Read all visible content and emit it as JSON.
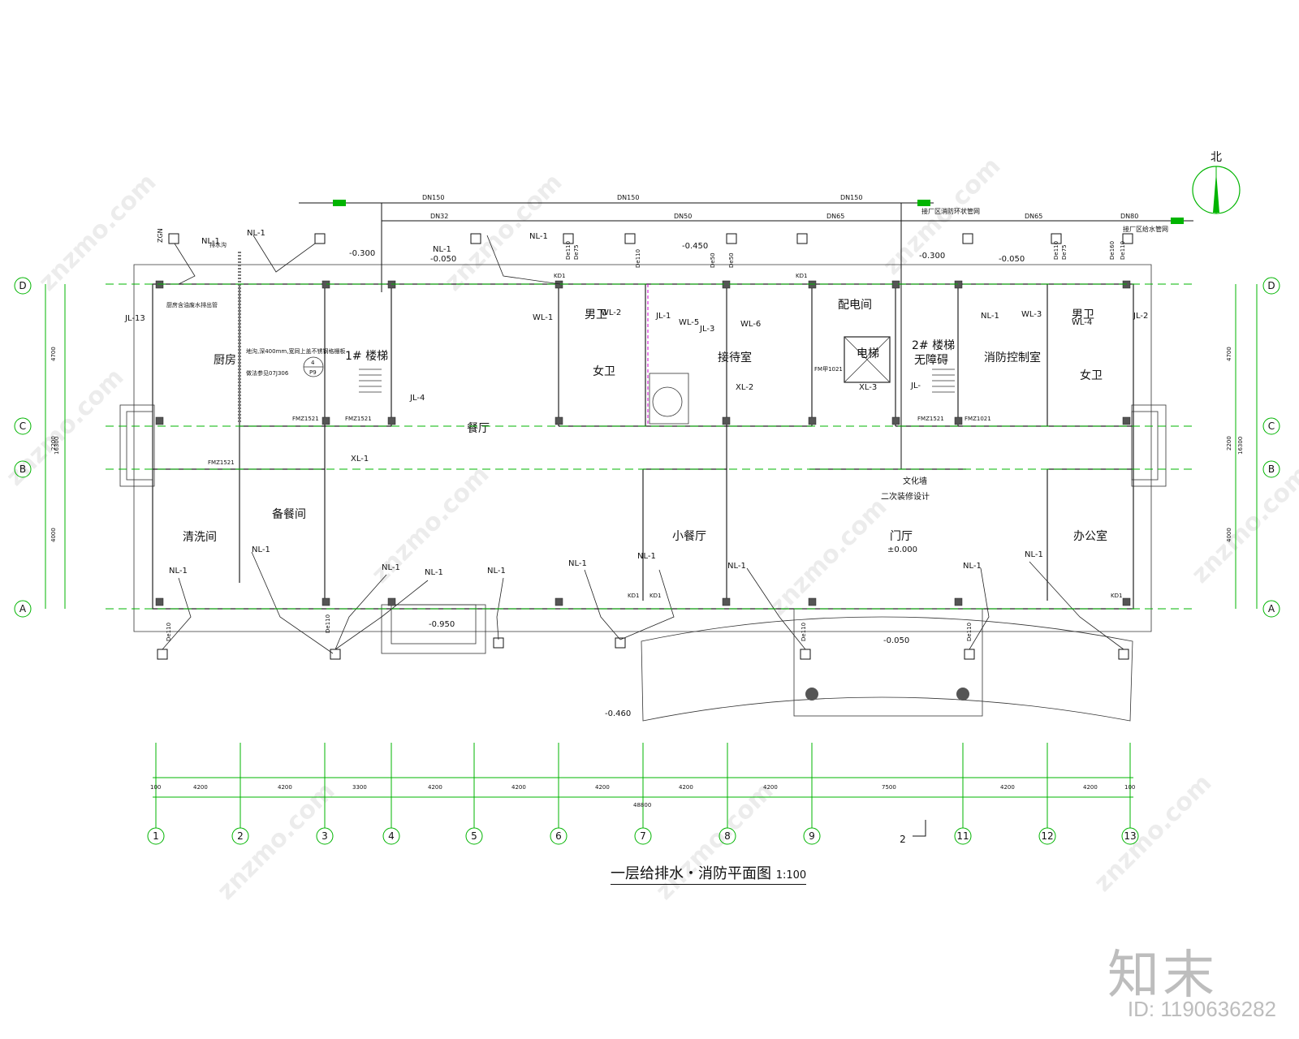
{
  "drawing": {
    "title": "一层给排水・消防平面图",
    "scale": "1:100",
    "north_label": "北",
    "total_dimension": "48800",
    "side_total_dimension": "16300",
    "side_dimensions": [
      "4700",
      "2200",
      "4000"
    ],
    "edge_dimension": "100",
    "bay_dimensions": [
      "4200",
      "4200",
      "3300",
      "4200",
      "4200",
      "4200",
      "4200",
      "4200",
      "7500",
      "4200",
      "4200"
    ],
    "axis_labels_x": [
      "1",
      "2",
      "3",
      "4",
      "5",
      "6",
      "7",
      "8",
      "9",
      "11",
      "12",
      "13"
    ],
    "axis_extra": "2",
    "axis_labels_y": [
      "D",
      "C",
      "B",
      "A"
    ]
  },
  "rooms": {
    "kitchen": "厨房",
    "stair1": "1# 楼梯",
    "dining": "餐厅",
    "wash": "清洗间",
    "prep": "备餐间",
    "small_dining": "小餐厅",
    "hall": "门厅",
    "office": "办公室",
    "reception": "接待室",
    "power": "配电间",
    "elevator": "电梯",
    "stair2": "2# 楼梯",
    "barrier_free": "无障碍",
    "fire_control": "消防控制室",
    "men_left": "男卫",
    "women_left": "女卫",
    "men_right": "男卫",
    "women_right": "女卫",
    "culture_wall": "文化墙",
    "secondary_design": "二次装修设计"
  },
  "pipes": {
    "dn150": "DN150",
    "dn32": "DN32",
    "dn50": "DN50",
    "dn65": "DN65",
    "dn80": "DN80",
    "fire_net": "接厂区消防环状管网",
    "water_net": "接厂区给水管网",
    "kitchen_note": "地沟,深400mm,宽同上盖不锈钢格栅板",
    "kitchen_ref": "做法参见07J306",
    "kitchen_drain": "排水沟",
    "grease": "厨房含油废水排出管",
    "detail_num": "4",
    "detail_sheet": "P9",
    "zgn": "ZGN"
  },
  "elevations": {
    "e1": "-0.300",
    "e2": "-0.050",
    "e3": "-0.450",
    "e4": "-0.300",
    "e5": "-0.050",
    "e6": "-0.950",
    "e7": "±0.000",
    "e8": "-0.050",
    "e9": "-0.460"
  },
  "doors": {
    "fmz1521": "FMZ1521",
    "fmz1021": "FMZ1021",
    "fmy1021": "FM甲1021"
  },
  "labels": {
    "nl1": "NL-1",
    "wl1": "WL-1",
    "wl2": "WL-2",
    "wl3": "WL-3",
    "wl4": "WL-4",
    "wl5": "WL-5",
    "wl6": "WL-6",
    "jl1": "JL-1",
    "jl2": "JL-2",
    "jl3": "JL-3",
    "jl4": "JL-4",
    "jl13": "JL-13",
    "jl": "JL-",
    "xl1": "XL-1",
    "xl2": "XL-2",
    "xl3": "XL-3",
    "kd1": "KD1",
    "de110": "De110",
    "de75": "De75",
    "de160": "De160",
    "de50": "De50"
  },
  "watermark": {
    "brand": "知末",
    "site": "znzmo.com",
    "id": "ID: 1190636282"
  }
}
